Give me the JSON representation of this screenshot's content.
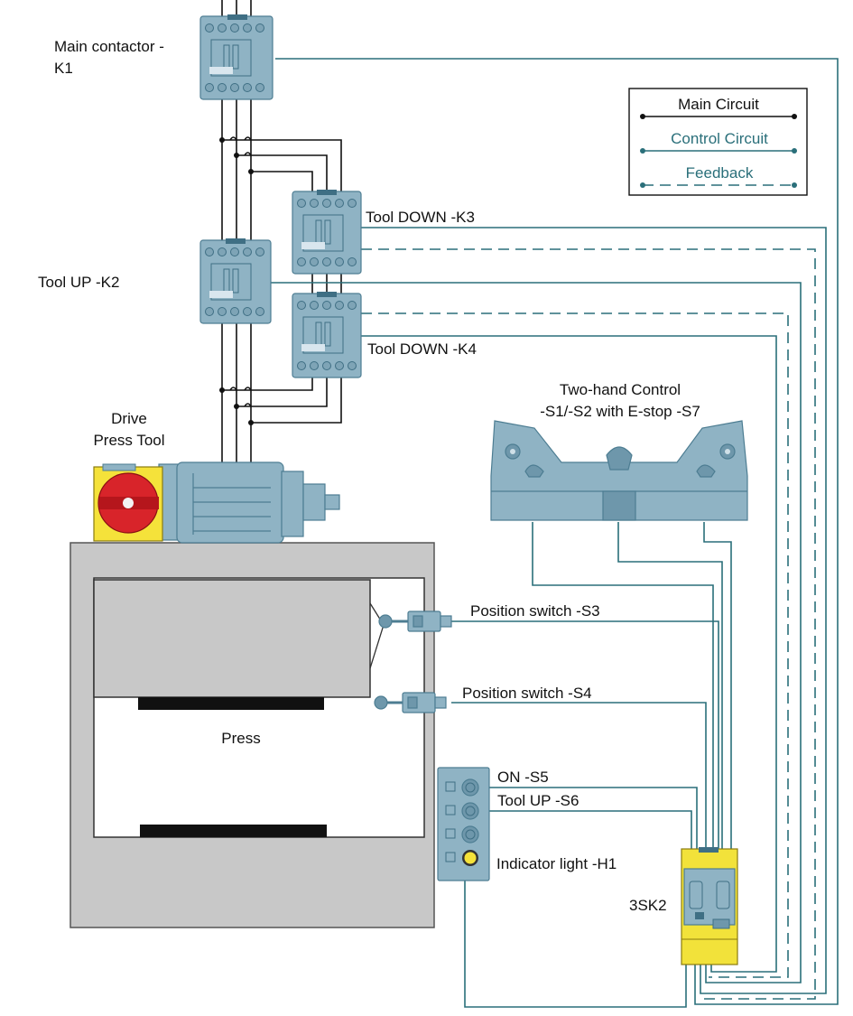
{
  "legend": {
    "main": "Main Circuit",
    "control": "Control Circuit",
    "feedback": "Feedback"
  },
  "labels": {
    "k1_line1": "Main contactor -",
    "k1_line2": "K1",
    "k2": "Tool UP -K2",
    "k3": "Tool DOWN -K3",
    "k4": "Tool DOWN -K4",
    "drive_line1": "Drive",
    "drive_line2": "Press Tool",
    "twohand_line1": "Two-hand Control",
    "twohand_line2": "-S1/-S2 with E-stop -S7",
    "s3": "Position switch -S3",
    "s4": "Position switch -S4",
    "press": "Press",
    "s5": "ON -S5",
    "s6": "Tool UP -S6",
    "h1": "Indicator light -H1",
    "relay": "3SK2"
  },
  "colors": {
    "control_circuit": "#2a6f7a",
    "main_circuit": "#111111",
    "device_blue": "#8fb3c4",
    "relay_yellow": "#f2e23a",
    "switch_red": "#d8242a",
    "switch_yellow": "#f5e23a",
    "press_gray": "#c8c8c8"
  }
}
